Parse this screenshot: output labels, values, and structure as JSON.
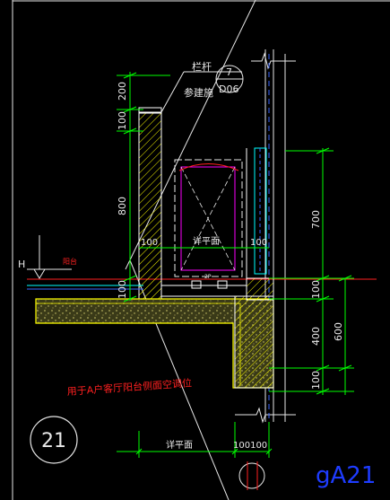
{
  "colors": {
    "background": "#000000",
    "frame": "#e8e8e8",
    "dimension": "#00ff00",
    "wall_outline": "#ffffff",
    "hatch": "#ffff00",
    "concrete_fill": "#c8c060",
    "slab_outline": "#ffff00",
    "red_line": "#ff2020",
    "cyan_line": "#00ffff",
    "blue_dash": "#3a66ff",
    "magenta_line": "#ff00ff",
    "note_text": "#ff2020",
    "stamp_text": "#1e3cff"
  },
  "labels": {
    "railing": "栏杆",
    "see_construction": "参建施",
    "detail_no": "7",
    "sheet_ref": "D06",
    "detail_plan": "详平面",
    "h_mark": "H",
    "balcony": "阳台",
    "note": "用于A户客厅阳台侧面空调位",
    "circle_id": "21",
    "stamp": "gA21",
    "small_mark": "2P"
  },
  "dimensions": {
    "left_200": "200",
    "left_100_top": "100",
    "left_800": "800",
    "left_100_bottom": "100",
    "inner_100_left": "100",
    "inner_100_right": "100",
    "right_700": "700",
    "right_100_a": "100",
    "right_400": "400",
    "right_600": "600",
    "right_100_b": "100",
    "bottom_plan": "详平面",
    "bottom_100100": "100100"
  }
}
